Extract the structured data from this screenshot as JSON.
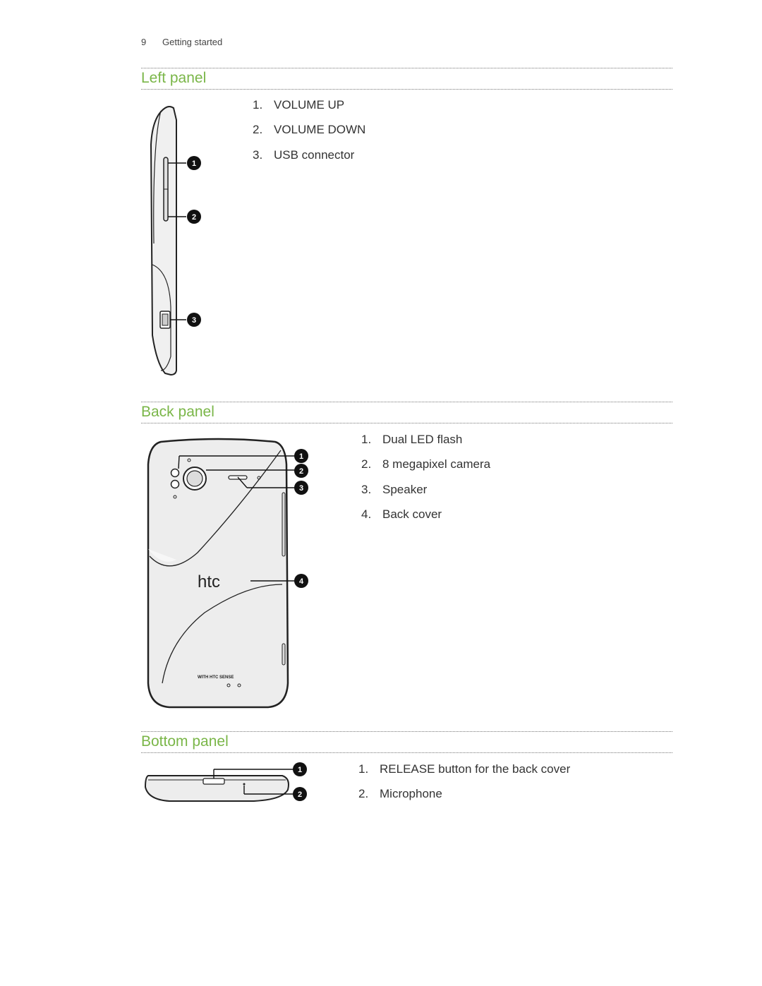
{
  "header": {
    "page_number": "9",
    "chapter": "Getting started"
  },
  "left_panel": {
    "title": "Left panel",
    "items": [
      {
        "num": "1.",
        "label": "VOLUME UP"
      },
      {
        "num": "2.",
        "label": "VOLUME DOWN"
      },
      {
        "num": "3.",
        "label": "USB connector"
      }
    ],
    "callouts": [
      "1",
      "2",
      "3"
    ]
  },
  "back_panel": {
    "title": "Back panel",
    "items": [
      {
        "num": "1.",
        "label": "Dual LED flash"
      },
      {
        "num": "2.",
        "label": "8 megapixel camera"
      },
      {
        "num": "3.",
        "label": "Speaker"
      },
      {
        "num": "4.",
        "label": "Back cover"
      }
    ],
    "callouts": [
      "1",
      "2",
      "3",
      "4"
    ],
    "logo_text": "htc",
    "sense_text": "WITH HTC SENSE"
  },
  "bottom_panel": {
    "title": "Bottom panel",
    "items": [
      {
        "num": "1.",
        "label": "RELEASE button for the back cover"
      },
      {
        "num": "2.",
        "label": "Microphone"
      }
    ],
    "callouts": [
      "1",
      "2"
    ]
  },
  "colors": {
    "heading": "#7ab648",
    "text": "#333333",
    "callout": "#111111"
  }
}
